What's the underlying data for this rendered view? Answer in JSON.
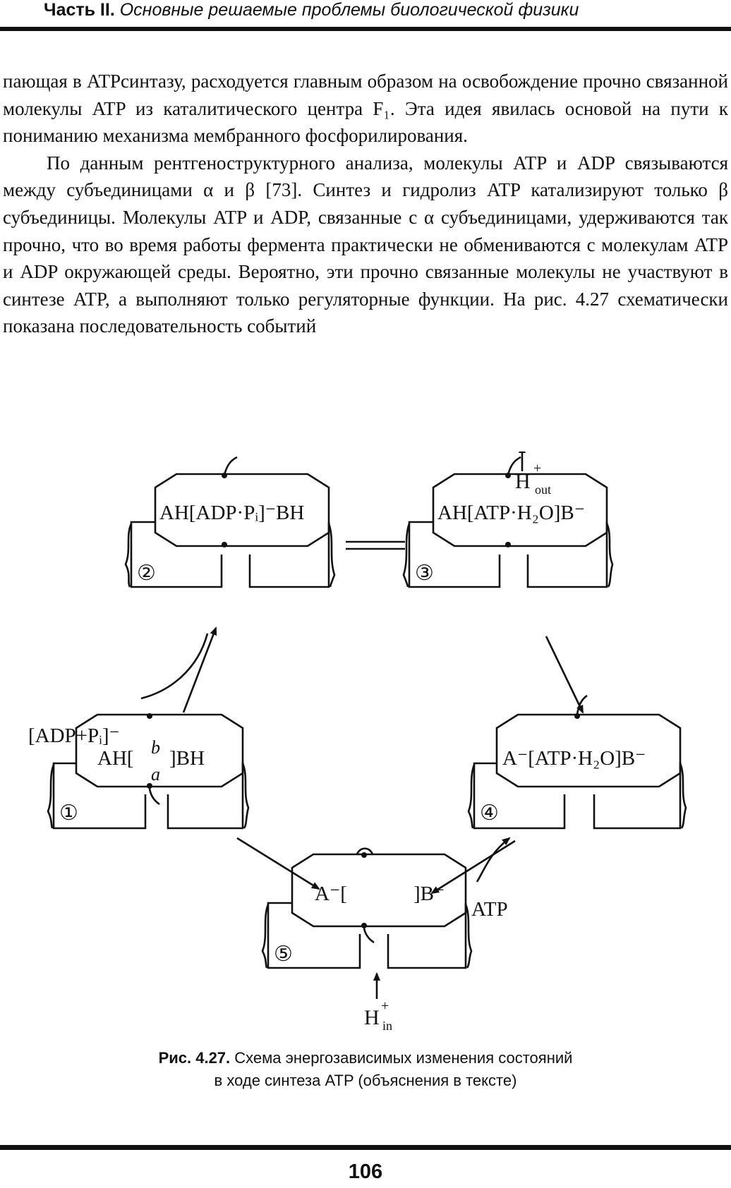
{
  "header": {
    "part_label": "Часть II.",
    "section_title": "Основные решаемые проблемы биологической физики"
  },
  "body": {
    "paragraph1": "пающая в ATPсинтазу, расходуется главным образом на освобождение прочно связанной молекулы ATP из каталитического центра F₁. Эта идея явилась основой на пути к пониманию механизма мембранного фосфорилирования.",
    "paragraph2": "По данным рентгеноструктурного анализа, молекулы ATP и ADP связываются между субъединицами α и β [73]. Синтез и гидролиз ATP катализируют только β субъединицы. Молекулы ATP и ADP, связанные с α субъединицами, удерживаются так прочно, что во время работы фермента практически не обмениваются с молекулам ATP и ADP окружающей среды. Вероятно, эти прочно связанные молекулы не участвуют в синтезе ATP, а выполняют только регуляторные функции. На рис. 4.27 схематически показана последовательность событий"
  },
  "figure": {
    "state1": {
      "number": "①",
      "label_left": "AH[",
      "label_right": "]BH",
      "site_b": "b",
      "site_a": "a"
    },
    "state2": {
      "number": "②",
      "label": "AH[ADP·Pᵢ]⁻BH"
    },
    "state3": {
      "number": "③",
      "label": "AH[ATP·H₂O]B⁻"
    },
    "state4": {
      "number": "④",
      "label": "A⁻[ATP·H₂O]B⁻"
    },
    "state5": {
      "number": "⑤",
      "label_left": "A⁻[",
      "label_right": "]B⁻"
    },
    "adp_input": "[ADP+Pᵢ]⁻",
    "atp_output": "ATP",
    "h_out": {
      "base": "H",
      "sup": "+",
      "sub": "out"
    },
    "h_in": {
      "base": "H",
      "sup": "+",
      "sub": "in"
    }
  },
  "caption": {
    "label": "Рис. 4.27.",
    "line1": "Схема энергозависимых изменения состояний",
    "line2": "в ходе синтеза ATP (объяснения в тексте)"
  },
  "page_number": "106"
}
